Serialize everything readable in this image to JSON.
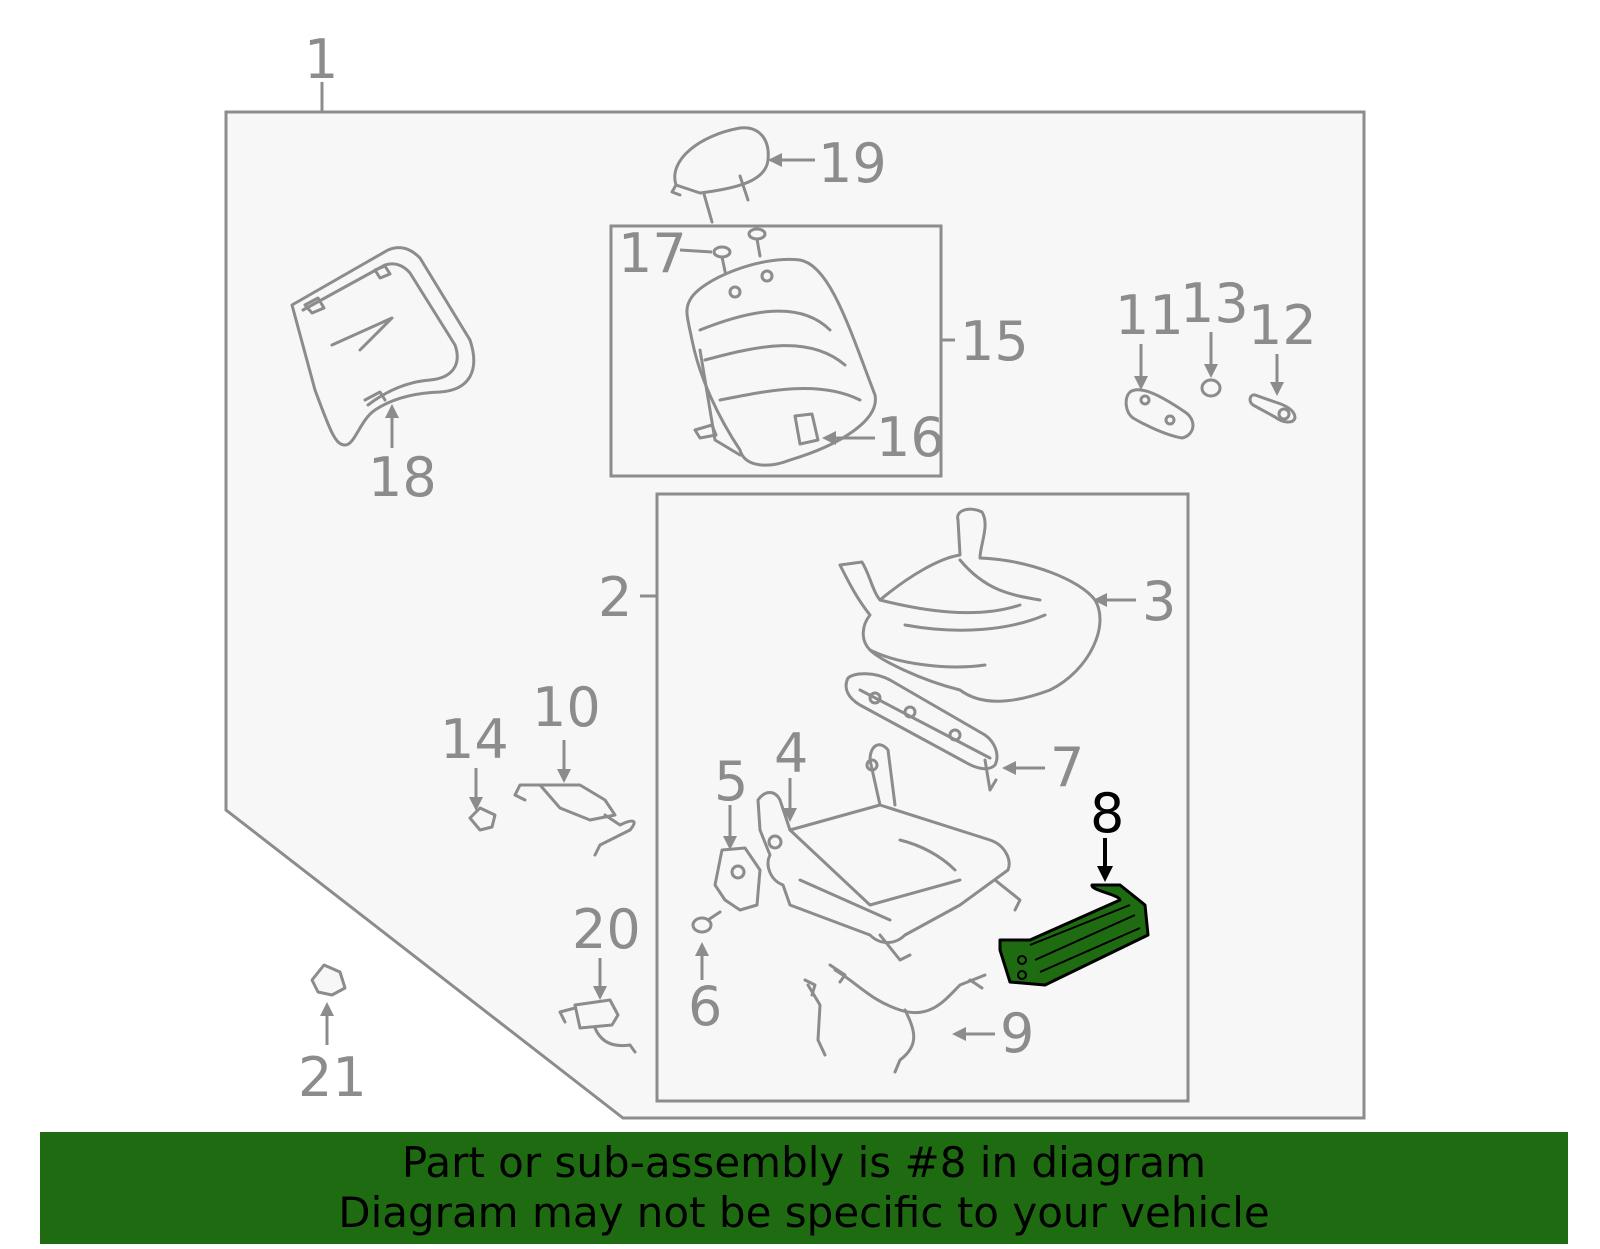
{
  "colors": {
    "line": "#8c8c8c",
    "panel_bg": "#f7f7f7",
    "highlight": "#1f6b12",
    "banner_bg": "#1f6b12",
    "banner_text": "#000000"
  },
  "highlighted_part": "8",
  "callouts": {
    "c1": "1",
    "c2": "2",
    "c3": "3",
    "c4": "4",
    "c5": "5",
    "c6": "6",
    "c7": "7",
    "c8": "8",
    "c9": "9",
    "c10": "10",
    "c11": "11",
    "c12": "12",
    "c13": "13",
    "c14": "14",
    "c15": "15",
    "c16": "16",
    "c17": "17",
    "c18": "18",
    "c19": "19",
    "c20": "20",
    "c21": "21"
  },
  "banner": {
    "line1": "Part or sub-assembly is #8 in diagram",
    "line2": "Diagram may not be specific to your vehicle"
  }
}
